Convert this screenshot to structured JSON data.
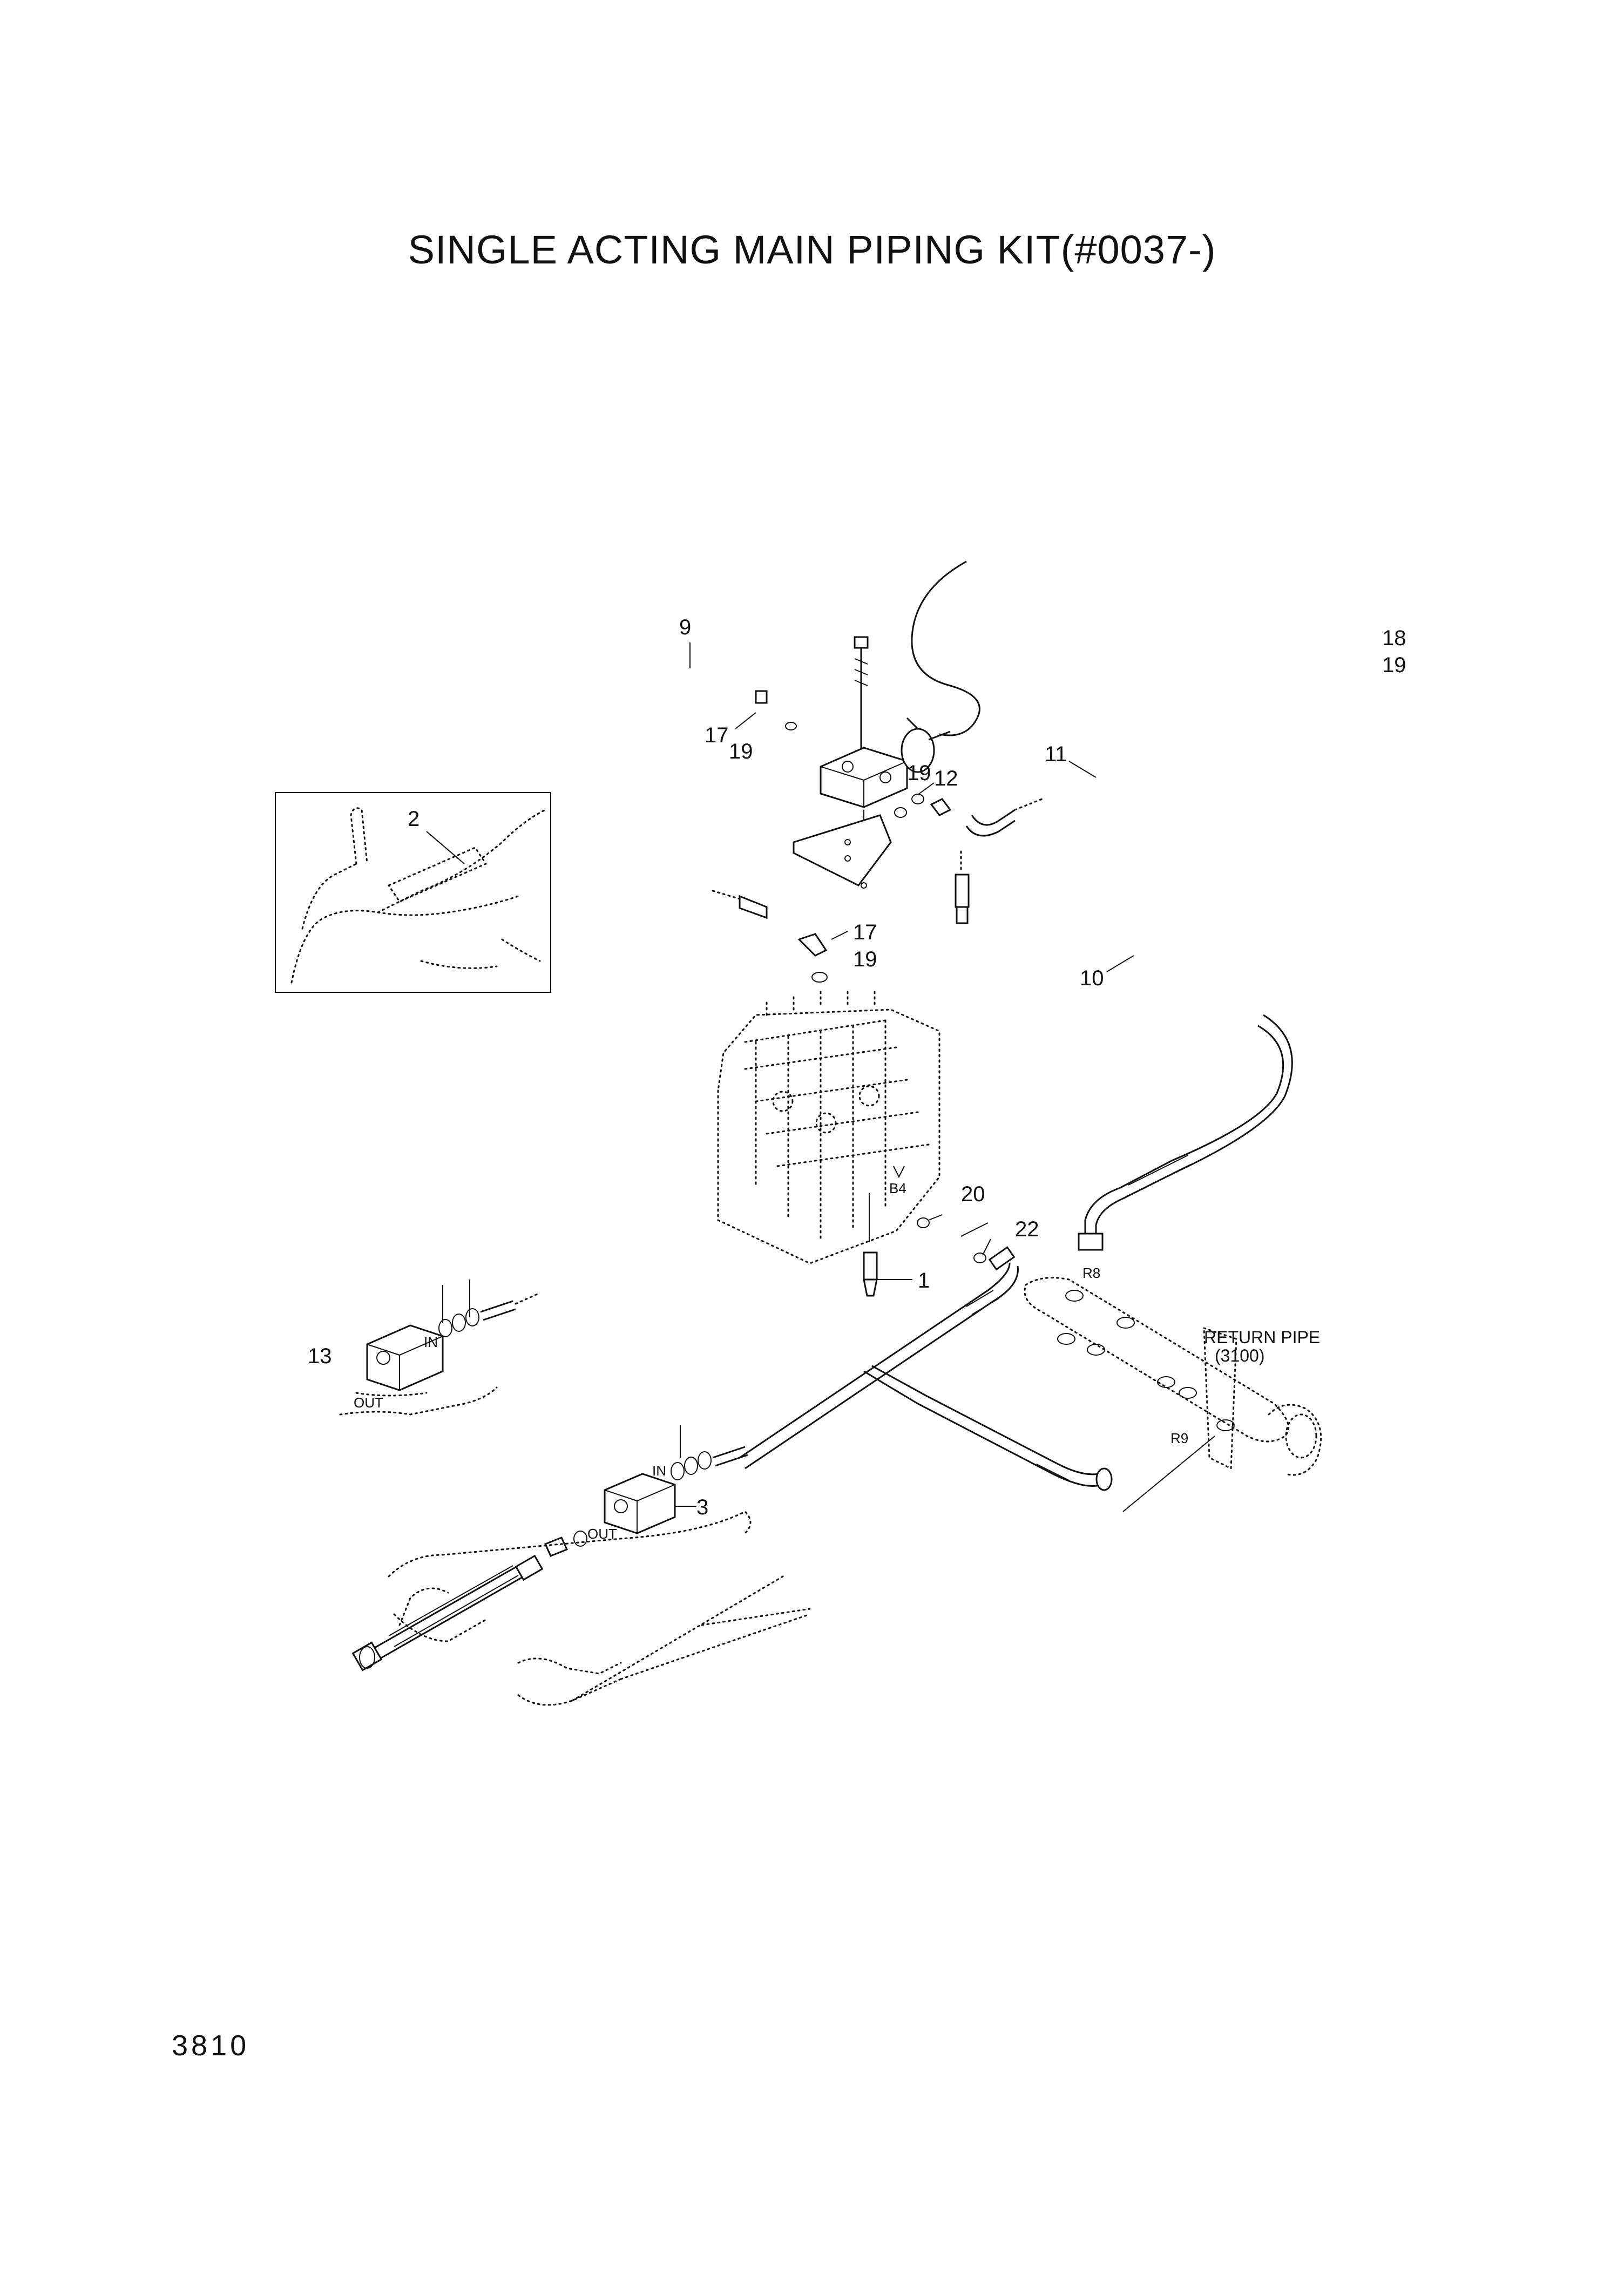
{
  "title": "SINGLE  ACTING MAIN PIPING KIT(#0037-)",
  "page_number": "3810",
  "callouts": {
    "c1": "1",
    "c2": "2",
    "c3": "3",
    "c9": "9",
    "c10": "10",
    "c11": "11",
    "c12": "12",
    "c13": "13",
    "c17a": "17",
    "c17b": "17",
    "c18": "18",
    "c19a": "19",
    "c19b": "19",
    "c19c": "19",
    "c19d": "19",
    "c20": "20",
    "c22": "22"
  },
  "port_labels": {
    "in_a": "IN",
    "out_a": "OUT",
    "in_b": "IN",
    "out_b": "OUT",
    "b4": "B4",
    "r8": "R8",
    "r9": "R9"
  },
  "return_pipe": {
    "label": "RETURN PIPE",
    "ref": "(3100)"
  }
}
